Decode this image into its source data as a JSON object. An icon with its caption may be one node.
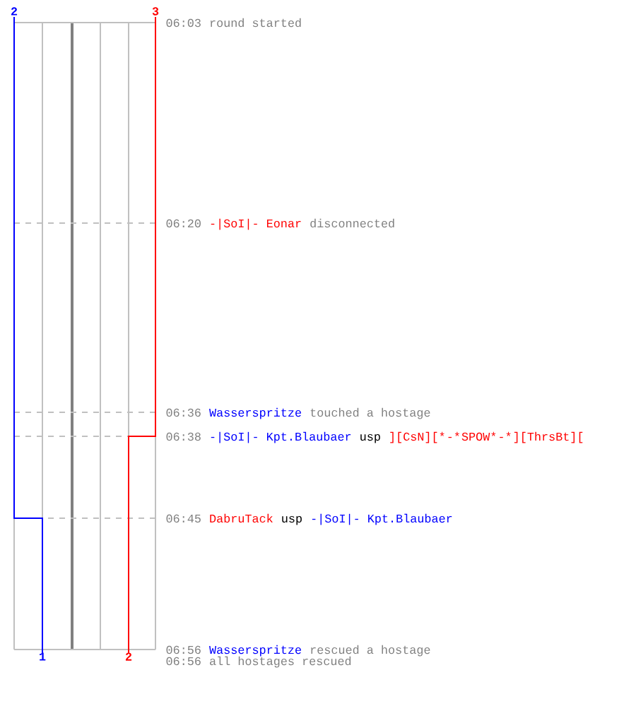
{
  "diagram": {
    "labels": [
      "2",
      "3",
      "06:03",
      "round started",
      "06:20",
      "-|SoI|- Eonar",
      "disconnected",
      "06:36",
      "Wasserspritze",
      "touched a hostage",
      "06:38",
      "-|SoI|- Kpt.Blaubaer",
      "usp",
      "][CsN][*",
      "-*",
      "SPOW*",
      "-*",
      "][ThrsBt][",
      "06:45",
      "DabruTack",
      "usp",
      "-|SoI|- Kpt.Blaubaer",
      "1",
      "2",
      "06:56",
      "Wasserspritze",
      "rescued a hostage",
      "06:56",
      "all hostages rescued"
    ]
  }
}
